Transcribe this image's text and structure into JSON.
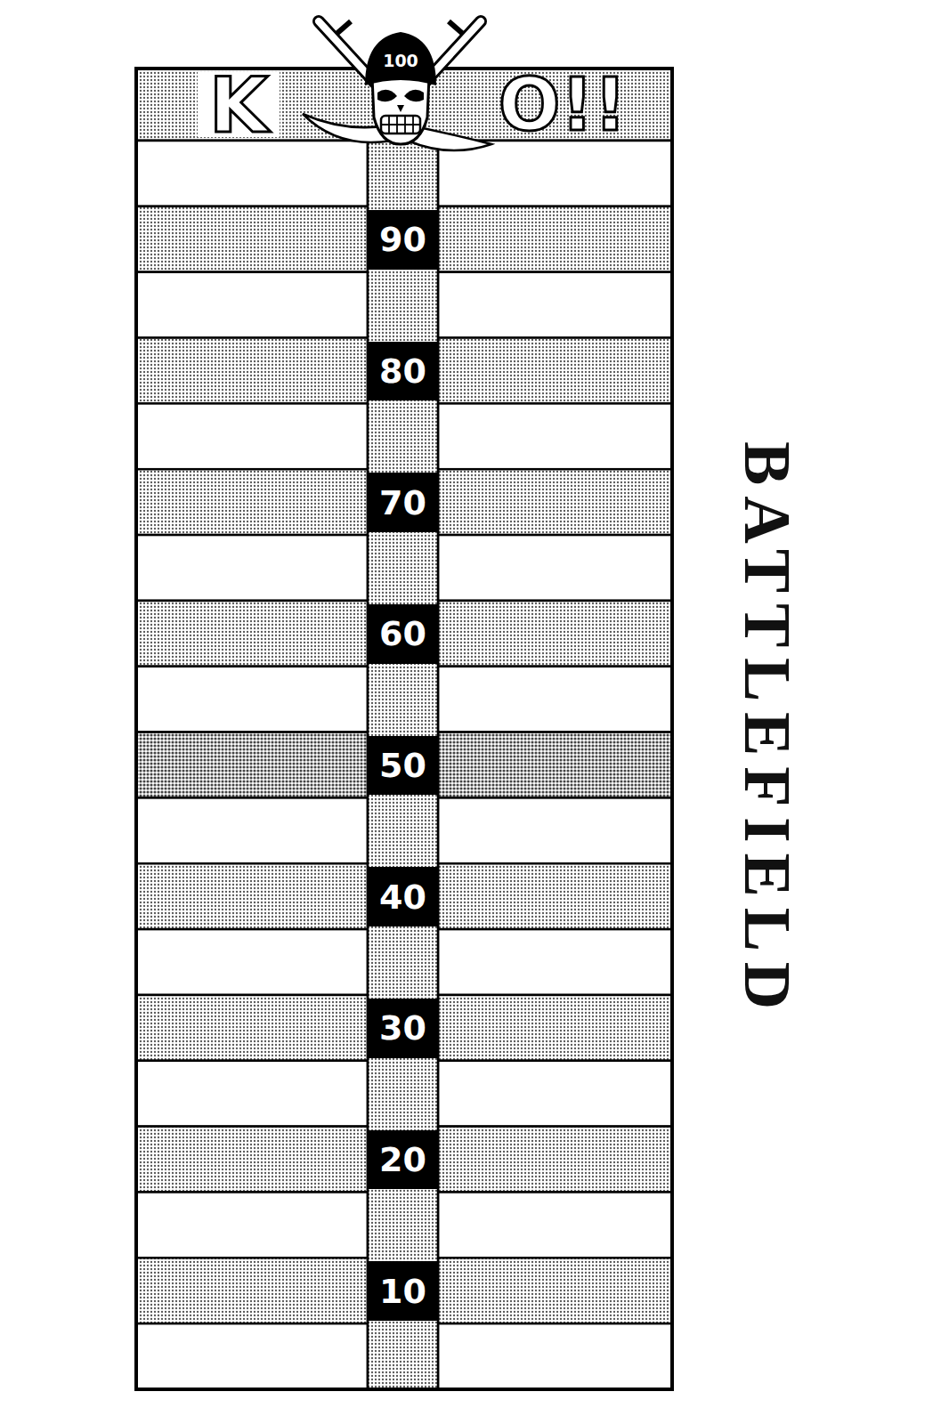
{
  "diagram": {
    "title": "BATTLEFIELD",
    "nodes": [
      {
        "text": [
          "90"
        ]
      },
      {
        "text": [
          "80"
        ]
      },
      {
        "text": [
          "70"
        ]
      },
      {
        "text": [
          "60"
        ]
      },
      {
        "text": [
          "50"
        ]
      },
      {
        "text": [
          "40"
        ]
      },
      {
        "text": [
          "30"
        ]
      },
      {
        "text": [
          "20"
        ]
      },
      {
        "text": [
          "10"
        ]
      }
    ],
    "labels": [
      "K",
      "100",
      "O!!"
    ]
  }
}
